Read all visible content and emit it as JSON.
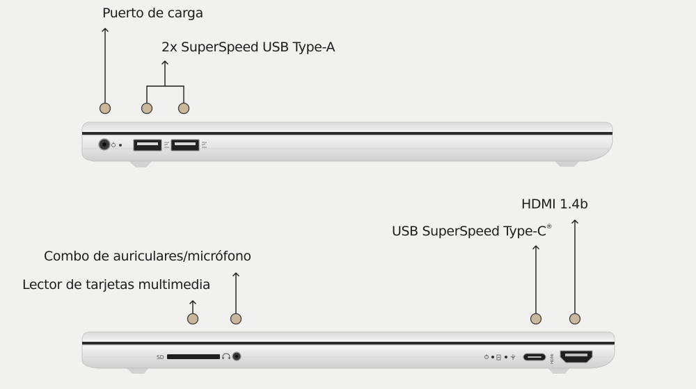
{
  "callouts": {
    "charging_port": "Puerto de carga",
    "usb_type_a": "2x SuperSpeed USB Type-A",
    "hdmi": "HDMI 1.4b",
    "usb_type_c": "USB SuperSpeed Type-C",
    "usb_type_c_mark": "®",
    "audio_combo": "Combo de auriculares/micrófono",
    "card_reader": "Lector de tarjetas multimedia"
  },
  "port_markings": {
    "sd": "SD",
    "hdmi": "HDMI"
  },
  "colors": {
    "background": "#f1f1f0",
    "dot_fill": "#c9b89b",
    "dot_stroke": "#3a3a3a",
    "line": "#1c1c1c",
    "chassis": "#e6e6e6",
    "seam": "#2b2b2b"
  },
  "icons": [
    "power-icon",
    "usb-superspeed-icon",
    "headset-icon",
    "power-led-icon",
    "battery-led-icon",
    "usb-icon"
  ]
}
